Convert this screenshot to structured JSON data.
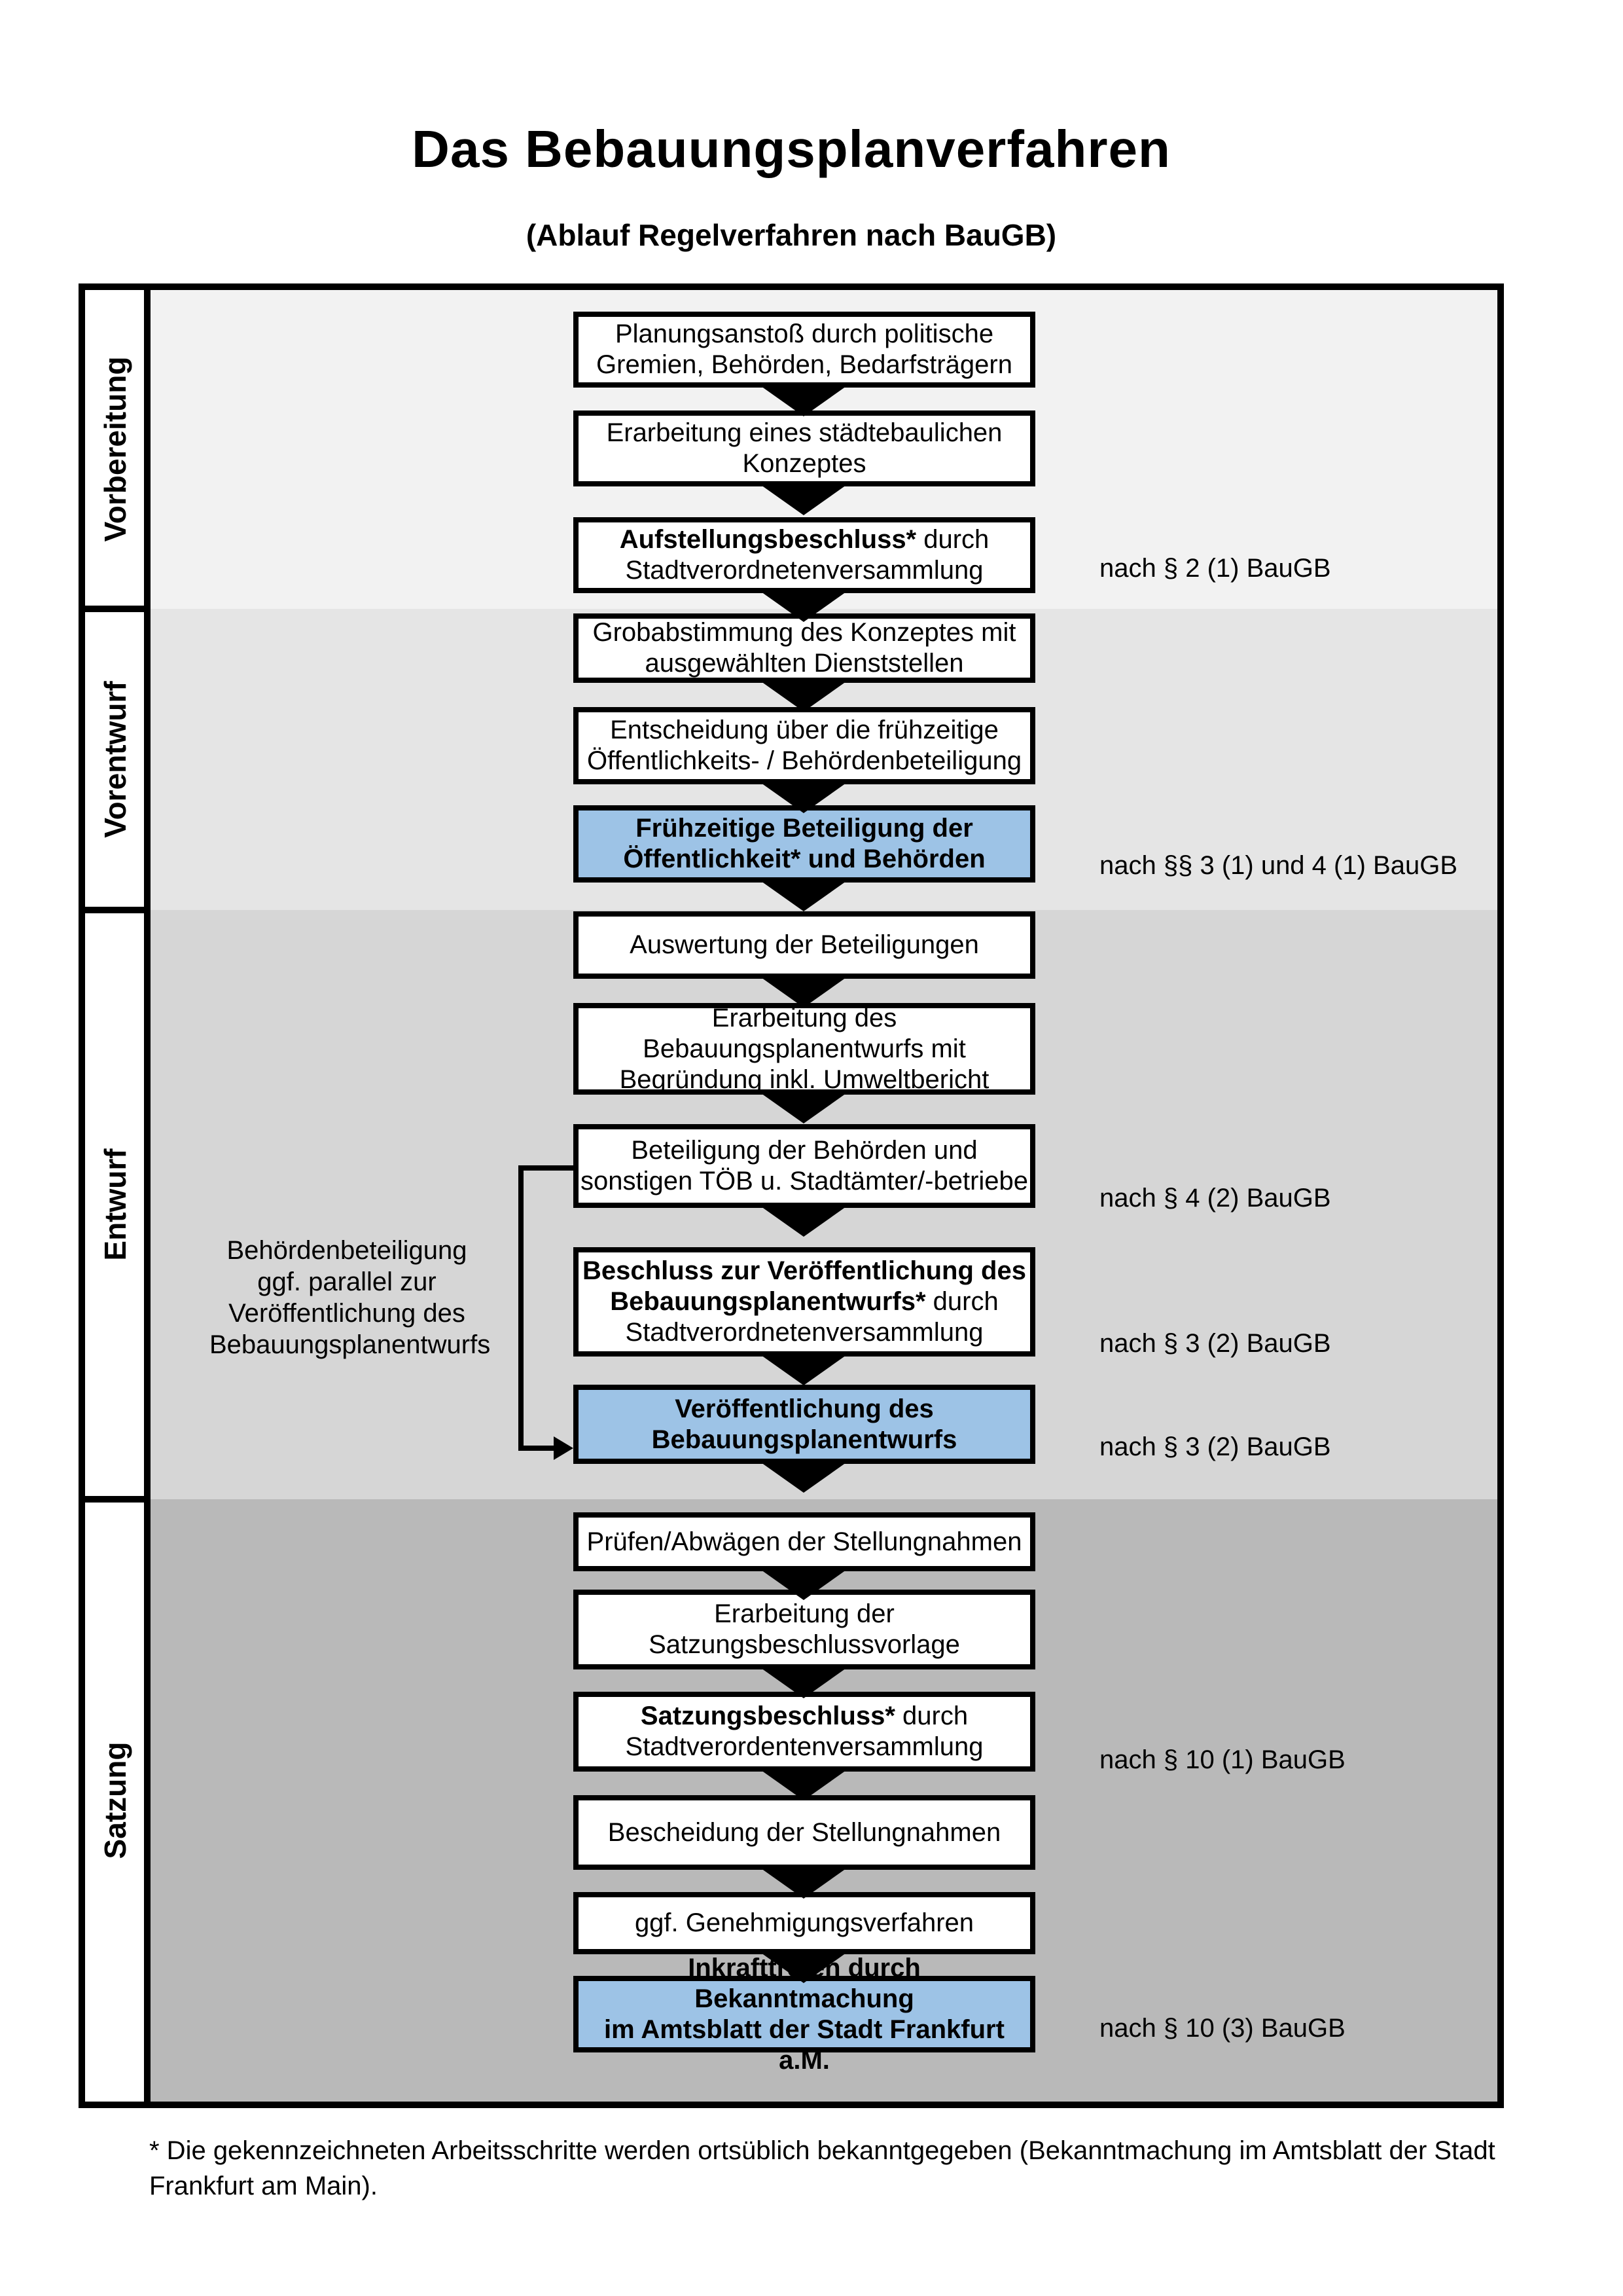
{
  "title": "Das Bebauungsplanverfahren",
  "subtitle": "(Ablauf Regelverfahren nach BauGB)",
  "colors": {
    "highlight_blue": "#9dc3e6",
    "phase_backgrounds": [
      "#f2f2f2",
      "#e5e5e5",
      "#d6d6d6",
      "#b9b9b9"
    ],
    "border_black": "#000000",
    "box_white": "#ffffff"
  },
  "phases": [
    {
      "label": "Vorbereitung"
    },
    {
      "label": "Vorentwurf"
    },
    {
      "label": "Entwurf"
    },
    {
      "label": "Satzung"
    }
  ],
  "steps": [
    {
      "phase": 0,
      "highlight": false,
      "lines": [
        [
          {
            "t": "Planungsanstoß durch politische",
            "b": false
          }
        ],
        [
          {
            "t": "Gremien, Behörden, Bedarfsträgern",
            "b": false
          }
        ]
      ]
    },
    {
      "phase": 0,
      "highlight": false,
      "lines": [
        [
          {
            "t": "Erarbeitung eines städtebaulichen",
            "b": false
          }
        ],
        [
          {
            "t": "Konzeptes",
            "b": false
          }
        ]
      ]
    },
    {
      "phase": 0,
      "highlight": false,
      "ref": "nach § 2 (1) BauGB",
      "lines": [
        [
          {
            "t": "Aufstellungsbeschluss*",
            "b": true
          },
          {
            "t": " durch",
            "b": false
          }
        ],
        [
          {
            "t": "Stadtverordnetenversammlung",
            "b": false
          }
        ]
      ]
    },
    {
      "phase": 1,
      "highlight": false,
      "lines": [
        [
          {
            "t": "Grobabstimmung des Konzeptes mit",
            "b": false
          }
        ],
        [
          {
            "t": "ausgewählten Dienststellen",
            "b": false
          }
        ]
      ]
    },
    {
      "phase": 1,
      "highlight": false,
      "lines": [
        [
          {
            "t": "Entscheidung über die frühzeitige",
            "b": false
          }
        ],
        [
          {
            "t": "Öffentlichkeits- / Behördenbeteiligung",
            "b": false
          }
        ]
      ]
    },
    {
      "phase": 1,
      "highlight": true,
      "ref": "nach §§ 3 (1) und 4 (1) BauGB",
      "lines": [
        [
          {
            "t": "Frühzeitige Beteiligung der",
            "b": true
          }
        ],
        [
          {
            "t": "Öffentlichkeit* und Behörden",
            "b": true
          }
        ]
      ]
    },
    {
      "phase": 2,
      "highlight": false,
      "lines": [
        [
          {
            "t": "Auswertung der Beteiligungen",
            "b": false
          }
        ]
      ]
    },
    {
      "phase": 2,
      "highlight": false,
      "lines": [
        [
          {
            "t": "Erarbeitung des",
            "b": false
          }
        ],
        [
          {
            "t": "Bebauungsplanentwurfs mit",
            "b": false
          }
        ],
        [
          {
            "t": "Begründung inkl. Umweltbericht",
            "b": false
          }
        ]
      ]
    },
    {
      "phase": 2,
      "highlight": false,
      "ref": "nach § 4 (2) BauGB",
      "lines": [
        [
          {
            "t": "Beteiligung der Behörden und",
            "b": false
          }
        ],
        [
          {
            "t": "sonstigen TÖB u. Stadtämter/-betriebe",
            "b": false
          }
        ]
      ]
    },
    {
      "phase": 2,
      "highlight": false,
      "ref": "nach § 3 (2) BauGB",
      "lines": [
        [
          {
            "t": "Beschluss zur Veröffentlichung des",
            "b": true
          }
        ],
        [
          {
            "t": "Bebauungsplanentwurfs*",
            "b": true
          },
          {
            "t": " durch",
            "b": false
          }
        ],
        [
          {
            "t": "Stadtverordnetenversammlung",
            "b": false
          }
        ]
      ]
    },
    {
      "phase": 2,
      "highlight": true,
      "ref": "nach § 3 (2) BauGB",
      "lines": [
        [
          {
            "t": "Veröffentlichung des",
            "b": true
          }
        ],
        [
          {
            "t": "Bebauungsplanentwurfs",
            "b": true
          }
        ]
      ]
    },
    {
      "phase": 3,
      "highlight": false,
      "lines": [
        [
          {
            "t": "Prüfen/Abwägen der Stellungnahmen",
            "b": false
          }
        ]
      ]
    },
    {
      "phase": 3,
      "highlight": false,
      "lines": [
        [
          {
            "t": "Erarbeitung der",
            "b": false
          }
        ],
        [
          {
            "t": "Satzungsbeschlussvorlage",
            "b": false
          }
        ]
      ]
    },
    {
      "phase": 3,
      "highlight": false,
      "ref": "nach § 10 (1) BauGB",
      "lines": [
        [
          {
            "t": "Satzungsbeschluss*",
            "b": true
          },
          {
            "t": " durch",
            "b": false
          }
        ],
        [
          {
            "t": "Stadtverordentenversammlung",
            "b": false
          }
        ]
      ]
    },
    {
      "phase": 3,
      "highlight": false,
      "lines": [
        [
          {
            "t": "Bescheidung der Stellungnahmen",
            "b": false
          }
        ]
      ]
    },
    {
      "phase": 3,
      "highlight": false,
      "lines": [
        [
          {
            "t": "ggf. Genehmigungsverfahren",
            "b": false
          }
        ]
      ]
    },
    {
      "phase": 3,
      "highlight": true,
      "ref": "nach § 10 (3) BauGB",
      "lines": [
        [
          {
            "t": "Inkrafttreten",
            "b": true
          },
          {
            "t": " durch Bekanntmachung",
            "b": false
          }
        ],
        [
          {
            "t": "im Amtsblatt der Stadt Frankfurt a.M.",
            "b": false
          }
        ]
      ]
    }
  ],
  "side_note": {
    "lines": [
      "Behördenbeteiligung",
      "ggf. parallel zur",
      "Veröffentlichung des",
      "Bebauungsplanentwurfs"
    ]
  },
  "footnote": "* Die gekennzeichneten Arbeitsschritte werden ortsüblich bekanntgegeben (Bekanntmachung im Amtsblatt  der Stadt Frankfurt am Main)."
}
